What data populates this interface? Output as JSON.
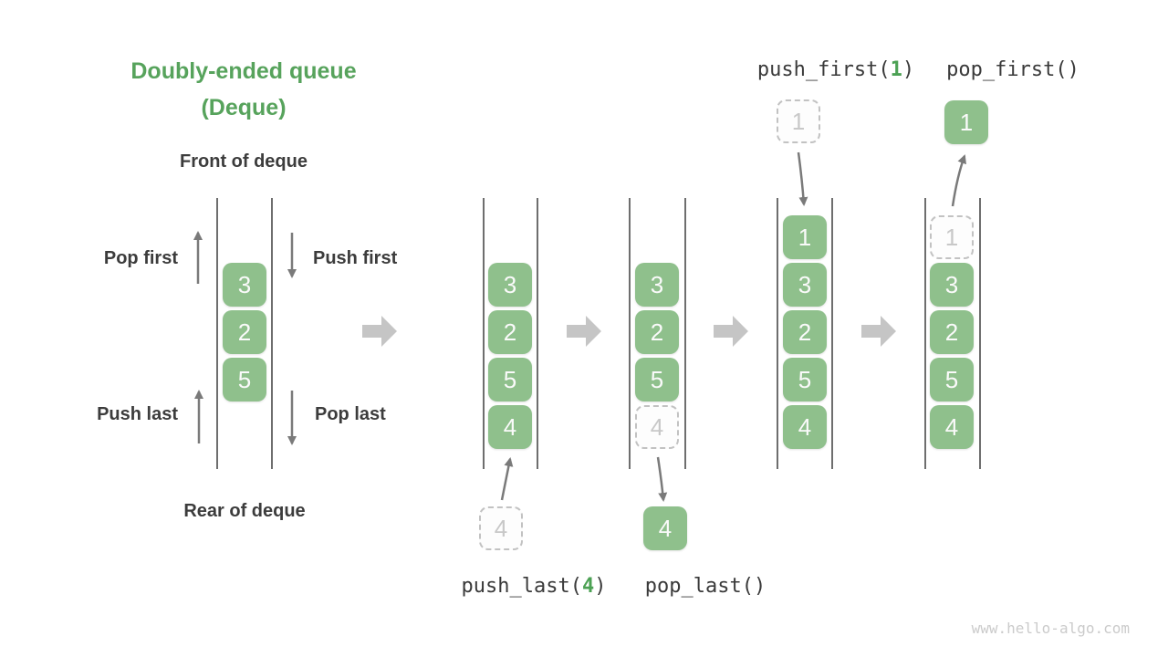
{
  "header": {
    "title_line1": "Doubly-ended queue",
    "title_line2": "(Deque)"
  },
  "intro": {
    "front_label": "Front of deque",
    "rear_label": "Rear of deque",
    "pop_first_label": "Pop first",
    "push_first_label": "Push first",
    "push_last_label": "Push last",
    "pop_last_label": "Pop last"
  },
  "queues": {
    "intro": {
      "items": [
        "3",
        "2",
        "5"
      ]
    },
    "after_push_last": {
      "items": [
        "3",
        "2",
        "5",
        "4"
      ],
      "incoming": "4"
    },
    "after_pop_last": {
      "items": [
        "3",
        "2",
        "5",
        "4"
      ],
      "outgoing": "4"
    },
    "after_push_first": {
      "items": [
        "1",
        "3",
        "2",
        "5",
        "4"
      ],
      "incoming": "1"
    },
    "after_pop_first": {
      "items": [
        "1",
        "3",
        "2",
        "5",
        "4"
      ],
      "outgoing": "1"
    }
  },
  "ops": {
    "push_last": {
      "pre": "push_last(",
      "arg": "4",
      "post": ")"
    },
    "pop_last": {
      "text": "pop_last()"
    },
    "push_first": {
      "pre": "push_first(",
      "arg": "1",
      "post": ")"
    },
    "pop_first": {
      "text": "pop_first()"
    }
  },
  "watermark": "www.hello-algo.com",
  "colors": {
    "title_green": "#57A35C",
    "box_green": "#8FC08C",
    "box_text": "#FAFAFA",
    "label_dark": "#3C3C3C",
    "code_dark": "#3A3A3A",
    "code_arg_green": "#4CA154",
    "small_arrow": "#7A7A7A",
    "big_arrow": "#C5C5C5",
    "wall_gray": "#6E6E6E",
    "dashed_border": "#C2C2C2",
    "dashed_fill": "#FDFDFD",
    "dashed_text": "#C8C8C8",
    "watermark_gray": "#CBCBCB"
  }
}
